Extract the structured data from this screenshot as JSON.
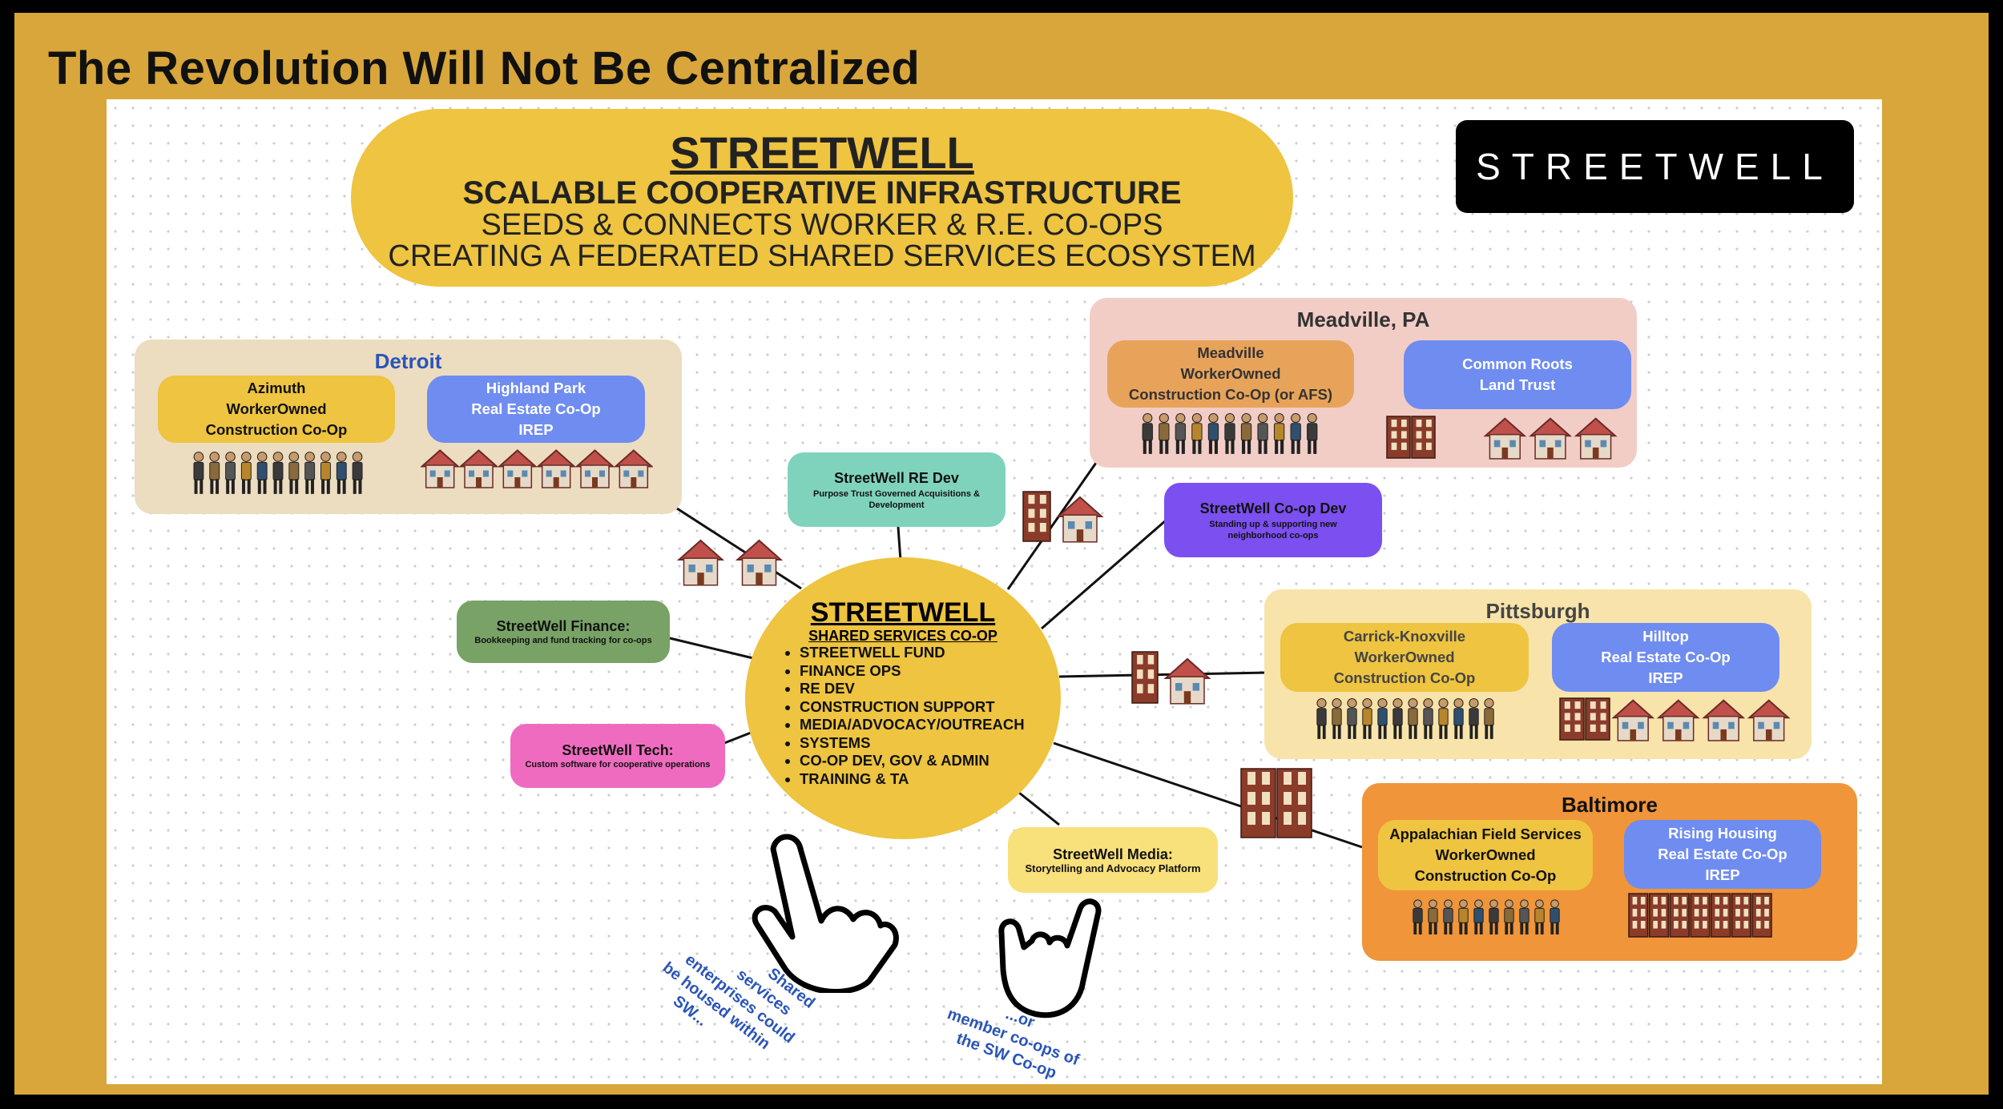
{
  "slide": {
    "title": "The Revolution Will Not Be Centralized"
  },
  "banner": {
    "line1": "STREETWELL",
    "line2": "SCALABLE COOPERATIVE INFRASTRUCTURE",
    "line3": "SEEDS & CONNECTS WORKER & R.E. CO-OPS",
    "line4": "CREATING A FEDERATED SHARED SERVICES ECOSYSTEM"
  },
  "logo": {
    "text": "STREETWELL"
  },
  "hub": {
    "title": "STREETWELL",
    "subtitle": "SHARED SERVICES CO-OP",
    "items": [
      "STREETWELL FUND",
      "FINANCE OPS",
      "RE DEV",
      "CONSTRUCTION SUPPORT",
      "MEDIA/ADVOCACY/OUTREACH",
      "SYSTEMS",
      "CO-OP DEV, GOV & ADMIN",
      "TRAINING & TA"
    ]
  },
  "services": {
    "re_dev": {
      "title": "StreetWell RE Dev",
      "subtitle": "Purpose Trust Governed Acquisitions & Development"
    },
    "coop_dev": {
      "title": "StreetWell Co-op Dev",
      "subtitle": "Standing up & supporting new neighborhood co-ops"
    },
    "finance": {
      "title": "StreetWell Finance:",
      "subtitle": "Bookkeeping and fund tracking for co-ops"
    },
    "tech": {
      "title": "StreetWell Tech:",
      "subtitle": "Custom software for cooperative operations"
    },
    "media": {
      "title": "StreetWell Media:",
      "subtitle": "Storytelling and Advocacy Platform"
    }
  },
  "regions": {
    "detroit": {
      "name": "Detroit",
      "worker": [
        "Azimuth",
        "WorkerOwned",
        "Construction Co-Op"
      ],
      "realestate": [
        "Highland Park",
        "Real Estate Co-Op",
        "IREP"
      ]
    },
    "meadville": {
      "name": "Meadville, PA",
      "worker": [
        "Meadville",
        "WorkerOwned",
        "Construction Co-Op (or AFS)"
      ],
      "realestate": [
        "Common Roots",
        "Land Trust"
      ]
    },
    "pittsburgh": {
      "name": "Pittsburgh",
      "worker": [
        "Carrick-Knoxville",
        "WorkerOwned",
        "Construction Co-Op"
      ],
      "realestate": [
        "Hilltop",
        "Real Estate Co-Op",
        "IREP"
      ]
    },
    "baltimore": {
      "name": "Baltimore",
      "worker": [
        "Appalachian Field Services",
        "WorkerOwned",
        "Construction Co-Op"
      ],
      "realestate": [
        "Rising Housing",
        "Real Estate Co-Op",
        "IREP"
      ]
    }
  },
  "notes": {
    "left": [
      "Shared",
      "services",
      "enterprises could",
      "be housed within",
      "SW..."
    ],
    "right": [
      "...or",
      "member co-ops of",
      "the SW Co-op"
    ]
  },
  "colors": {
    "frame_gold": "#d8a63a",
    "banner_yellow": "#eec440",
    "detroit_bg": "#ecdcc0",
    "meadville_bg": "#f2cdc6",
    "pittsburgh_bg": "#f8e3aa",
    "baltimore_bg": "#f0953a",
    "realestate_blue": "#6f8cf0",
    "re_dev_teal": "#7fd3bd",
    "coop_dev_purple": "#7c4ff0",
    "finance_green": "#78a266",
    "tech_pink": "#ef6bc0",
    "media_yellow": "#f8e07a"
  },
  "icons": [
    "worker-group-icon",
    "house-row-icon",
    "rowhouse-icon",
    "pointing-hand-icon",
    "hang-loose-hand-icon"
  ]
}
